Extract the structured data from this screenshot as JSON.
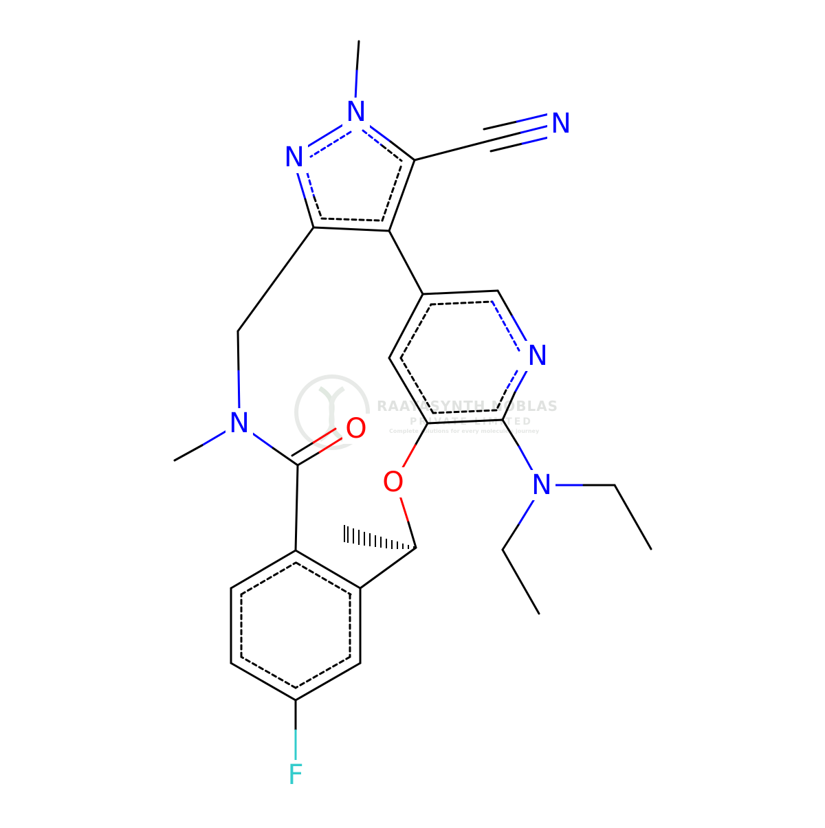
{
  "colors": {
    "bond": "#000000",
    "nitrogen": "#0000FF",
    "oxygen": "#FF0000",
    "fluorine": "#33CCCC",
    "watermark": "#cfd3cf"
  },
  "atoms": {
    "n_methyl_pyrazole": "N",
    "n_pyrazole": "N",
    "n_nitrile": "N",
    "n_pyridine": "N",
    "n_amide": "N",
    "o_carbonyl": "O",
    "o_ether": "O",
    "n_diethylamine": "N",
    "f": "F"
  },
  "watermark": {
    "title": "RAAYASYNTH NOBLAS",
    "subtitle": "PRIVATE LIMITED",
    "tagline": "Complete solutions for every molecule's journey",
    "logo_icon": "dna-helix-logo-icon"
  }
}
